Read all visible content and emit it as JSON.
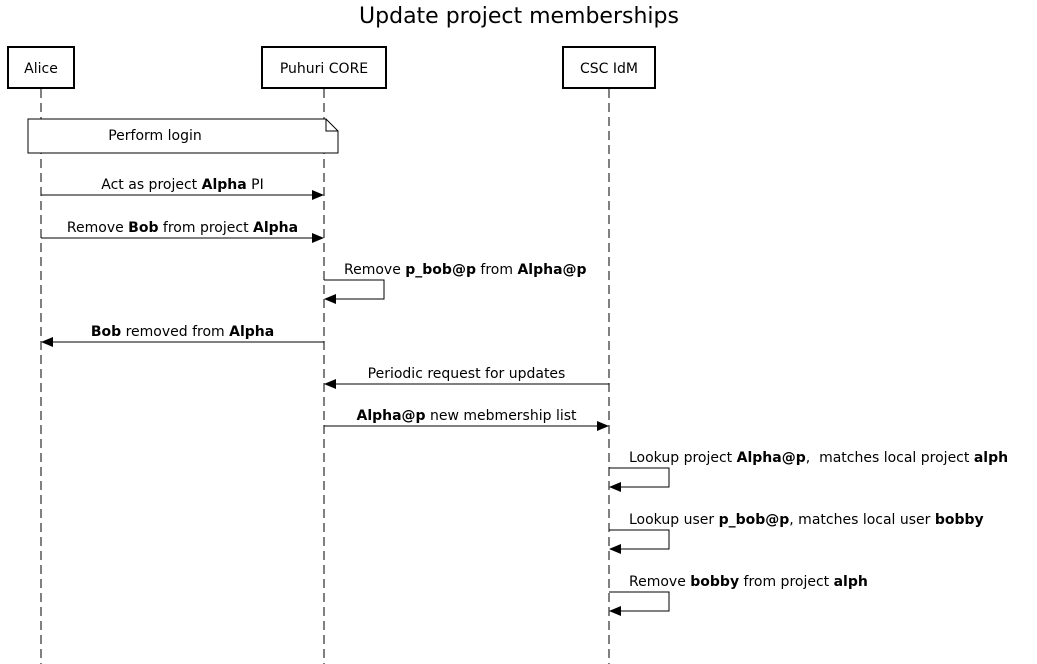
{
  "diagram": {
    "title": "Update project memberships",
    "participants": [
      {
        "id": "alice",
        "label": "Alice"
      },
      {
        "id": "core",
        "label": "Puhuri CORE"
      },
      {
        "id": "idm",
        "label": "CSC IdM"
      }
    ],
    "note": {
      "over": [
        "alice",
        "core"
      ],
      "text": "Perform login"
    },
    "messages": [
      {
        "from": "alice",
        "to": "core",
        "parts": [
          {
            "t": "Act as project ",
            "b": false
          },
          {
            "t": "Alpha",
            "b": true
          },
          {
            "t": " PI",
            "b": false
          }
        ]
      },
      {
        "from": "alice",
        "to": "core",
        "parts": [
          {
            "t": "Remove ",
            "b": false
          },
          {
            "t": "Bob",
            "b": true
          },
          {
            "t": " from project ",
            "b": false
          },
          {
            "t": "Alpha",
            "b": true
          }
        ]
      },
      {
        "from": "core",
        "to": "core",
        "parts": [
          {
            "t": "Remove ",
            "b": false
          },
          {
            "t": "p_bob@p",
            "b": true
          },
          {
            "t": " from ",
            "b": false
          },
          {
            "t": "Alpha@p",
            "b": true
          }
        ]
      },
      {
        "from": "core",
        "to": "alice",
        "parts": [
          {
            "t": "Bob",
            "b": true
          },
          {
            "t": " removed from ",
            "b": false
          },
          {
            "t": "Alpha",
            "b": true
          }
        ]
      },
      {
        "from": "idm",
        "to": "core",
        "parts": [
          {
            "t": "Periodic request for updates",
            "b": false
          }
        ]
      },
      {
        "from": "core",
        "to": "idm",
        "parts": [
          {
            "t": "Alpha@p",
            "b": true
          },
          {
            "t": " new mebmership list",
            "b": false
          }
        ]
      },
      {
        "from": "idm",
        "to": "idm",
        "parts": [
          {
            "t": "Lookup project ",
            "b": false
          },
          {
            "t": "Alpha@p",
            "b": true
          },
          {
            "t": ",  matches local project ",
            "b": false
          },
          {
            "t": "alph",
            "b": true
          }
        ]
      },
      {
        "from": "idm",
        "to": "idm",
        "parts": [
          {
            "t": "Lookup user ",
            "b": false
          },
          {
            "t": "p_bob@p",
            "b": true
          },
          {
            "t": ", matches local user ",
            "b": false
          },
          {
            "t": "bobby",
            "b": true
          }
        ]
      },
      {
        "from": "idm",
        "to": "idm",
        "parts": [
          {
            "t": "Remove ",
            "b": false
          },
          {
            "t": "bobby",
            "b": true
          },
          {
            "t": " from project ",
            "b": false
          },
          {
            "t": "alph",
            "b": true
          }
        ]
      }
    ]
  }
}
